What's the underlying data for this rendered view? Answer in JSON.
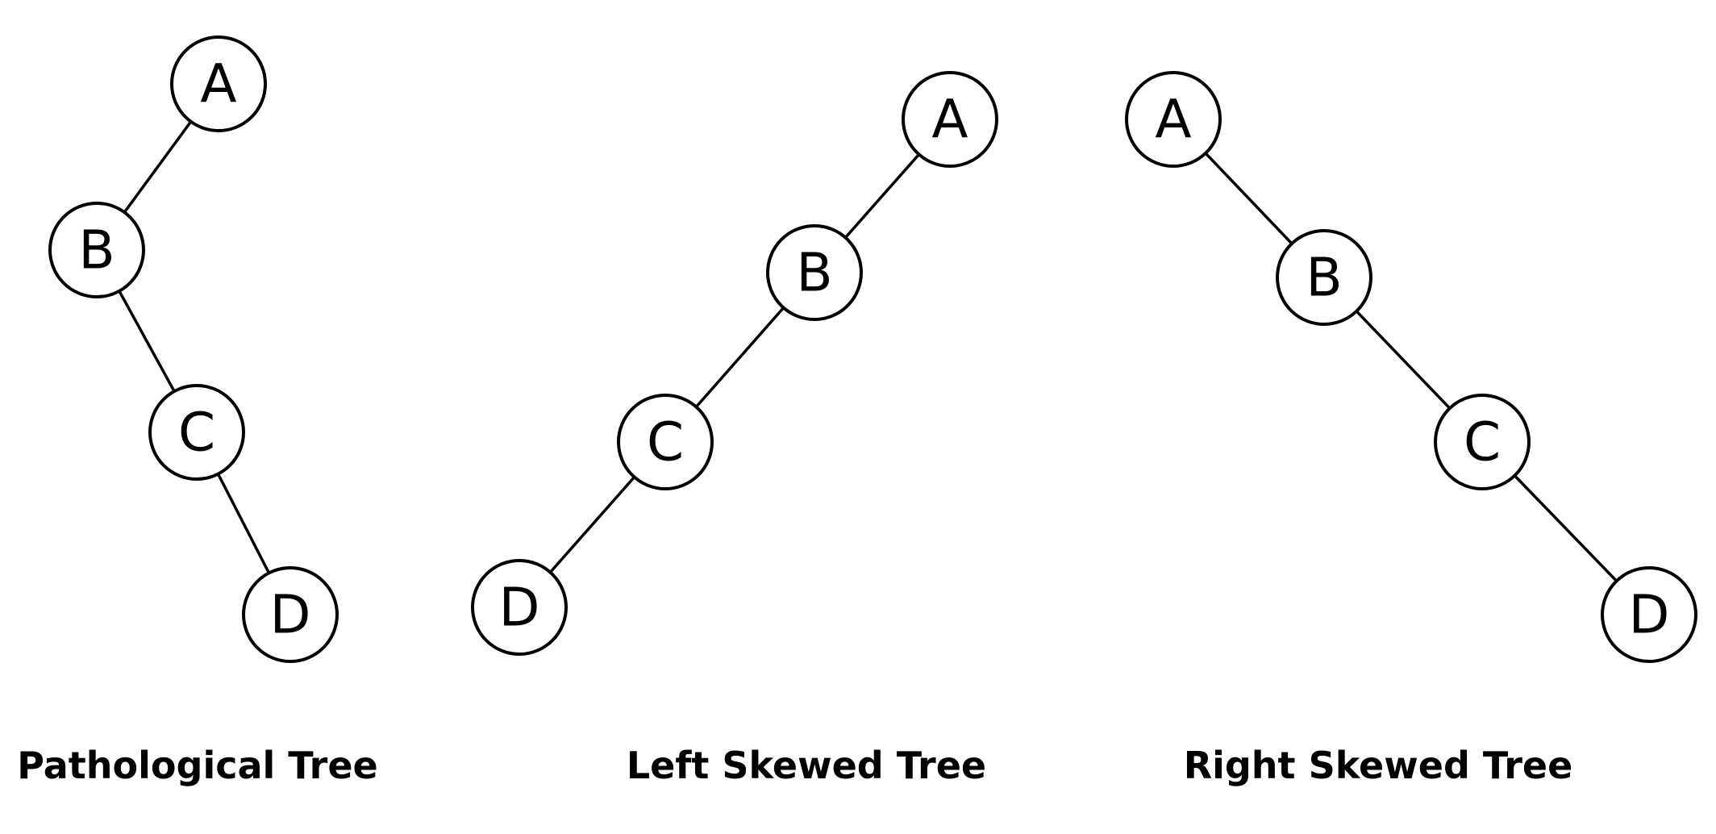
{
  "trees": [
    {
      "caption": "Pathological Tree",
      "nodes": [
        "A",
        "B",
        "C",
        "D"
      ],
      "edges": [
        [
          "A",
          "B"
        ],
        [
          "B",
          "C"
        ],
        [
          "C",
          "D"
        ]
      ]
    },
    {
      "caption": "Left Skewed Tree",
      "nodes": [
        "A",
        "B",
        "C",
        "D"
      ],
      "edges": [
        [
          "A",
          "B"
        ],
        [
          "B",
          "C"
        ],
        [
          "C",
          "D"
        ]
      ]
    },
    {
      "caption": "Right Skewed Tree",
      "nodes": [
        "A",
        "B",
        "C",
        "D"
      ],
      "edges": [
        [
          "A",
          "B"
        ],
        [
          "B",
          "C"
        ],
        [
          "C",
          "D"
        ]
      ]
    }
  ]
}
